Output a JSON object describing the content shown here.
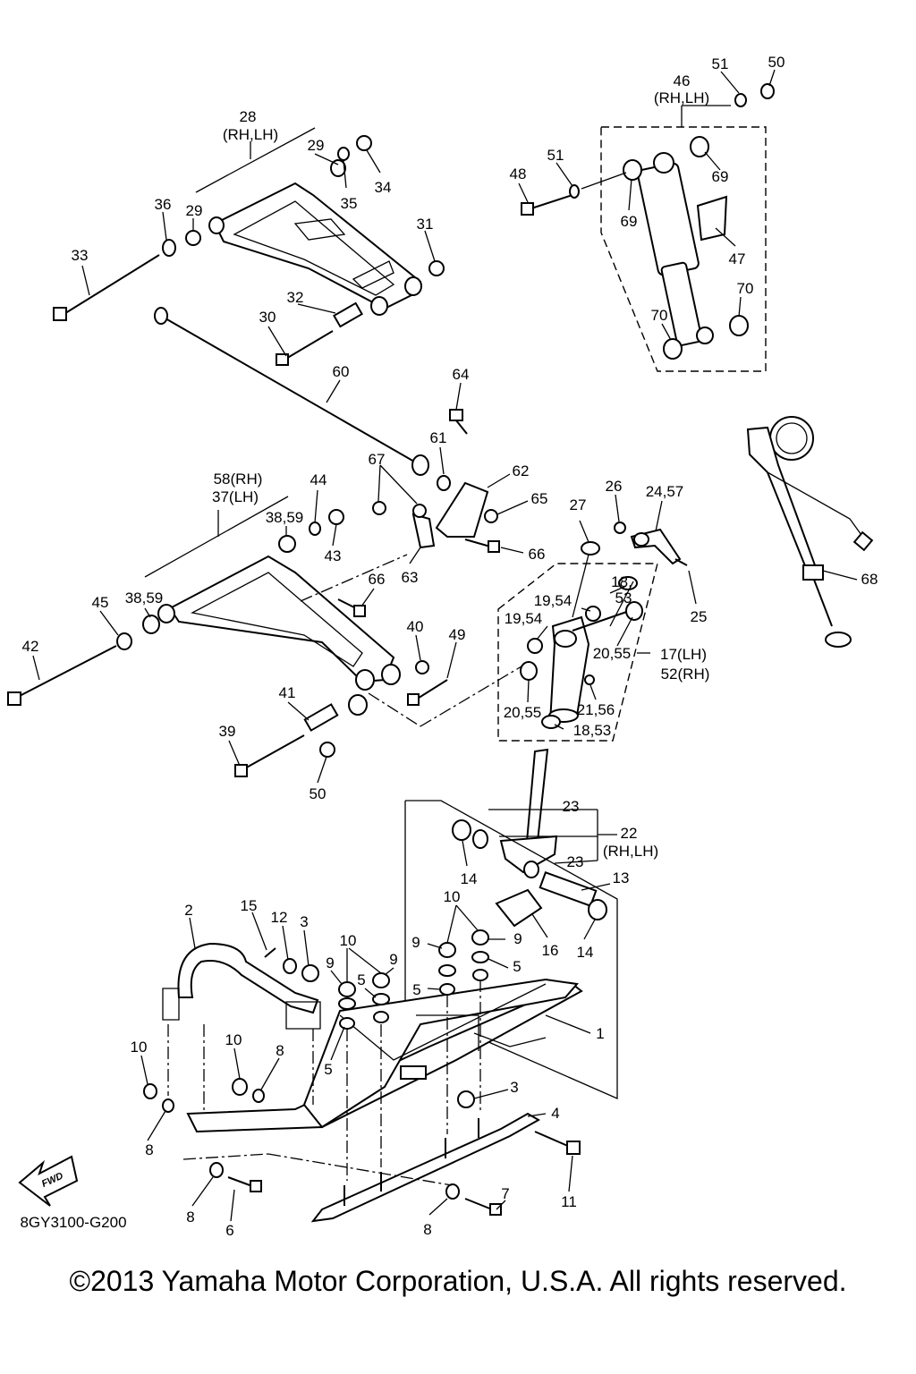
{
  "diagram_code": "8GY3100-G200",
  "fwd_badge": "FWD",
  "copyright": "©2013 Yamaha Motor Corporation, U.S.A. All rights reserved.",
  "labels": {
    "l1": "1",
    "l2": "2",
    "l3a": "3",
    "l3b": "3",
    "l4": "4",
    "l5a": "5",
    "l5b": "5",
    "l5c": "5",
    "l5d": "5",
    "l6": "6",
    "l7": "7",
    "l8a": "8",
    "l8b": "8",
    "l8c": "8",
    "l8d": "8",
    "l9a": "9",
    "l9b": "9",
    "l9c": "9",
    "l9d": "9",
    "l10a": "10",
    "l10b": "10",
    "l10c": "10",
    "l10d": "10",
    "l11": "11",
    "l12": "12",
    "l13": "13",
    "l14a": "14",
    "l14b": "14",
    "l15": "15",
    "l16": "16",
    "l17": "17(LH)",
    "l52": "52(RH)",
    "l18a": "18,",
    "l53a": "53",
    "l18b": "18,53",
    "l1954a": "19,54",
    "l1954b": "19,54",
    "l2055a": "20,55",
    "l2055b": "20,55",
    "l2156": "21,56",
    "l22": "22",
    "l22rh": "(RH,LH)",
    "l23a": "23",
    "l23b": "23",
    "l2457": "24,57",
    "l25": "25",
    "l26": "26",
    "l27": "27",
    "l28": "28",
    "l28rh": "(RH,LH)",
    "l29a": "29",
    "l29b": "29",
    "l30": "30",
    "l31": "31",
    "l32": "32",
    "l33": "33",
    "l34": "34",
    "l35": "35",
    "l36": "36",
    "l58": "58(RH)",
    "l37": "37(LH)",
    "l3859a": "38,59",
    "l3859b": "38,59",
    "l39": "39",
    "l40": "40",
    "l41": "41",
    "l42": "42",
    "l43": "43",
    "l44": "44",
    "l45": "45",
    "l46": "46",
    "l46rh": "(RH,LH)",
    "l47": "47",
    "l48": "48",
    "l49": "49",
    "l50a": "50",
    "l50b": "50",
    "l51a": "51",
    "l51b": "51",
    "l60": "60",
    "l61": "61",
    "l62": "62",
    "l63": "63",
    "l64": "64",
    "l65": "65",
    "l66a": "66",
    "l66b": "66",
    "l67": "67",
    "l68": "68",
    "l69a": "69",
    "l69b": "69",
    "l70a": "70",
    "l70b": "70"
  }
}
